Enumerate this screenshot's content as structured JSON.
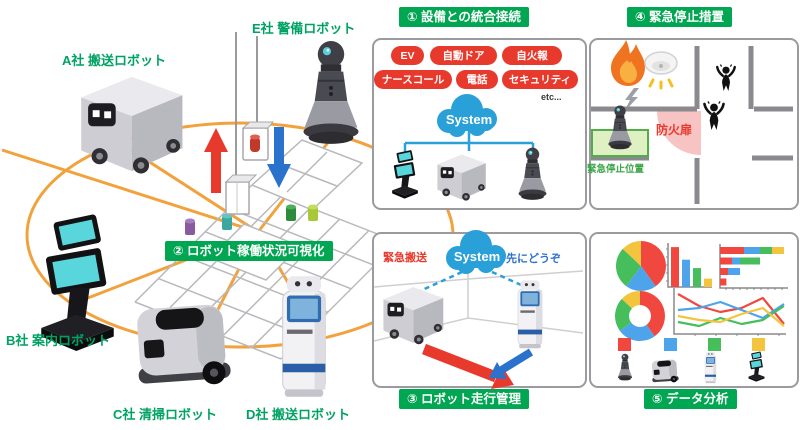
{
  "scene": {
    "labels": {
      "a": "A社 搬送ロボット",
      "b": "B社 案内ロボット",
      "c": "C社 清掃ロボット",
      "d": "D社 搬送ロボット",
      "e": "E社 警備ロボット"
    },
    "visualization_badge": "② ロボット稼働状況可視化"
  },
  "panels": {
    "integration": {
      "title": "① 設備との統合接続",
      "tags": [
        "EV",
        "自動ドア",
        "自火報",
        "ナースコール",
        "電話",
        "セキュリティ"
      ],
      "etc_label": "etc...",
      "cloud_label": "System"
    },
    "emergency": {
      "title": "④ 緊急停止措置",
      "fire_door_label": "防火扉",
      "stop_position_label": "緊急停止位置"
    },
    "traffic": {
      "title": "③ ロボット走行管理",
      "cloud_label": "System",
      "left_robot_label": "緊急搬送",
      "right_robot_label": "先にどうぞ"
    },
    "analysis": {
      "title": "⑤ データ分析",
      "legend_icons": [
        "security-robot-icon",
        "cleaning-robot-icon",
        "delivery-robot-icon",
        "guide-robot-icon"
      ]
    }
  },
  "colors": {
    "label_green": "#00a263",
    "badge_green": "#00a651",
    "alert_red": "#e8392d",
    "cloud_blue": "#29a0d8",
    "link_orange": "#f2a23c",
    "arrow_blue": "#2b72cc",
    "chart": {
      "red": "#f0483e",
      "blue": "#4da4ea",
      "green": "#46be5c",
      "yellow": "#f3c43e"
    }
  },
  "chart_data": [
    {
      "id": "pie",
      "type": "pie",
      "labels": [
        "red",
        "blue",
        "green",
        "yellow"
      ],
      "values": [
        40,
        20,
        27,
        13
      ]
    },
    {
      "id": "column",
      "type": "bar",
      "labels": [
        "red",
        "blue",
        "green",
        "yellow"
      ],
      "values": [
        9.5,
        6.5,
        4.5,
        2
      ],
      "ylim": [
        0,
        10
      ]
    },
    {
      "id": "hbar",
      "type": "bar",
      "orientation": "horizontal",
      "stacked": true,
      "labels": [
        "red",
        "blue",
        "green",
        "yellow"
      ],
      "rows": [
        [
          3,
          2,
          1.5,
          1.5
        ],
        [
          1.5,
          1,
          2.5,
          0
        ],
        [
          1,
          1.5,
          0,
          0
        ],
        [
          0.8,
          0,
          0,
          0
        ]
      ]
    },
    {
      "id": "donut",
      "type": "pie",
      "labels": [
        "red",
        "blue",
        "green",
        "yellow"
      ],
      "values": [
        40,
        25,
        22,
        13
      ],
      "inner_radius": 0.45
    },
    {
      "id": "line",
      "type": "line",
      "x": [
        1,
        2,
        3,
        4,
        5,
        6
      ],
      "ylim": [
        0,
        10
      ],
      "series": [
        {
          "name": "red",
          "values": [
            9.5,
            6.5,
            5,
            6,
            8.5,
            2
          ]
        },
        {
          "name": "blue",
          "values": [
            5.5,
            6,
            7.5,
            5.5,
            3.5,
            7
          ]
        },
        {
          "name": "green",
          "values": [
            2.5,
            1.5,
            3.5,
            2,
            3,
            6.5
          ]
        },
        {
          "name": "yellow",
          "values": [
            4,
            3,
            2.5,
            4.5,
            6,
            1.5
          ]
        }
      ]
    }
  ]
}
